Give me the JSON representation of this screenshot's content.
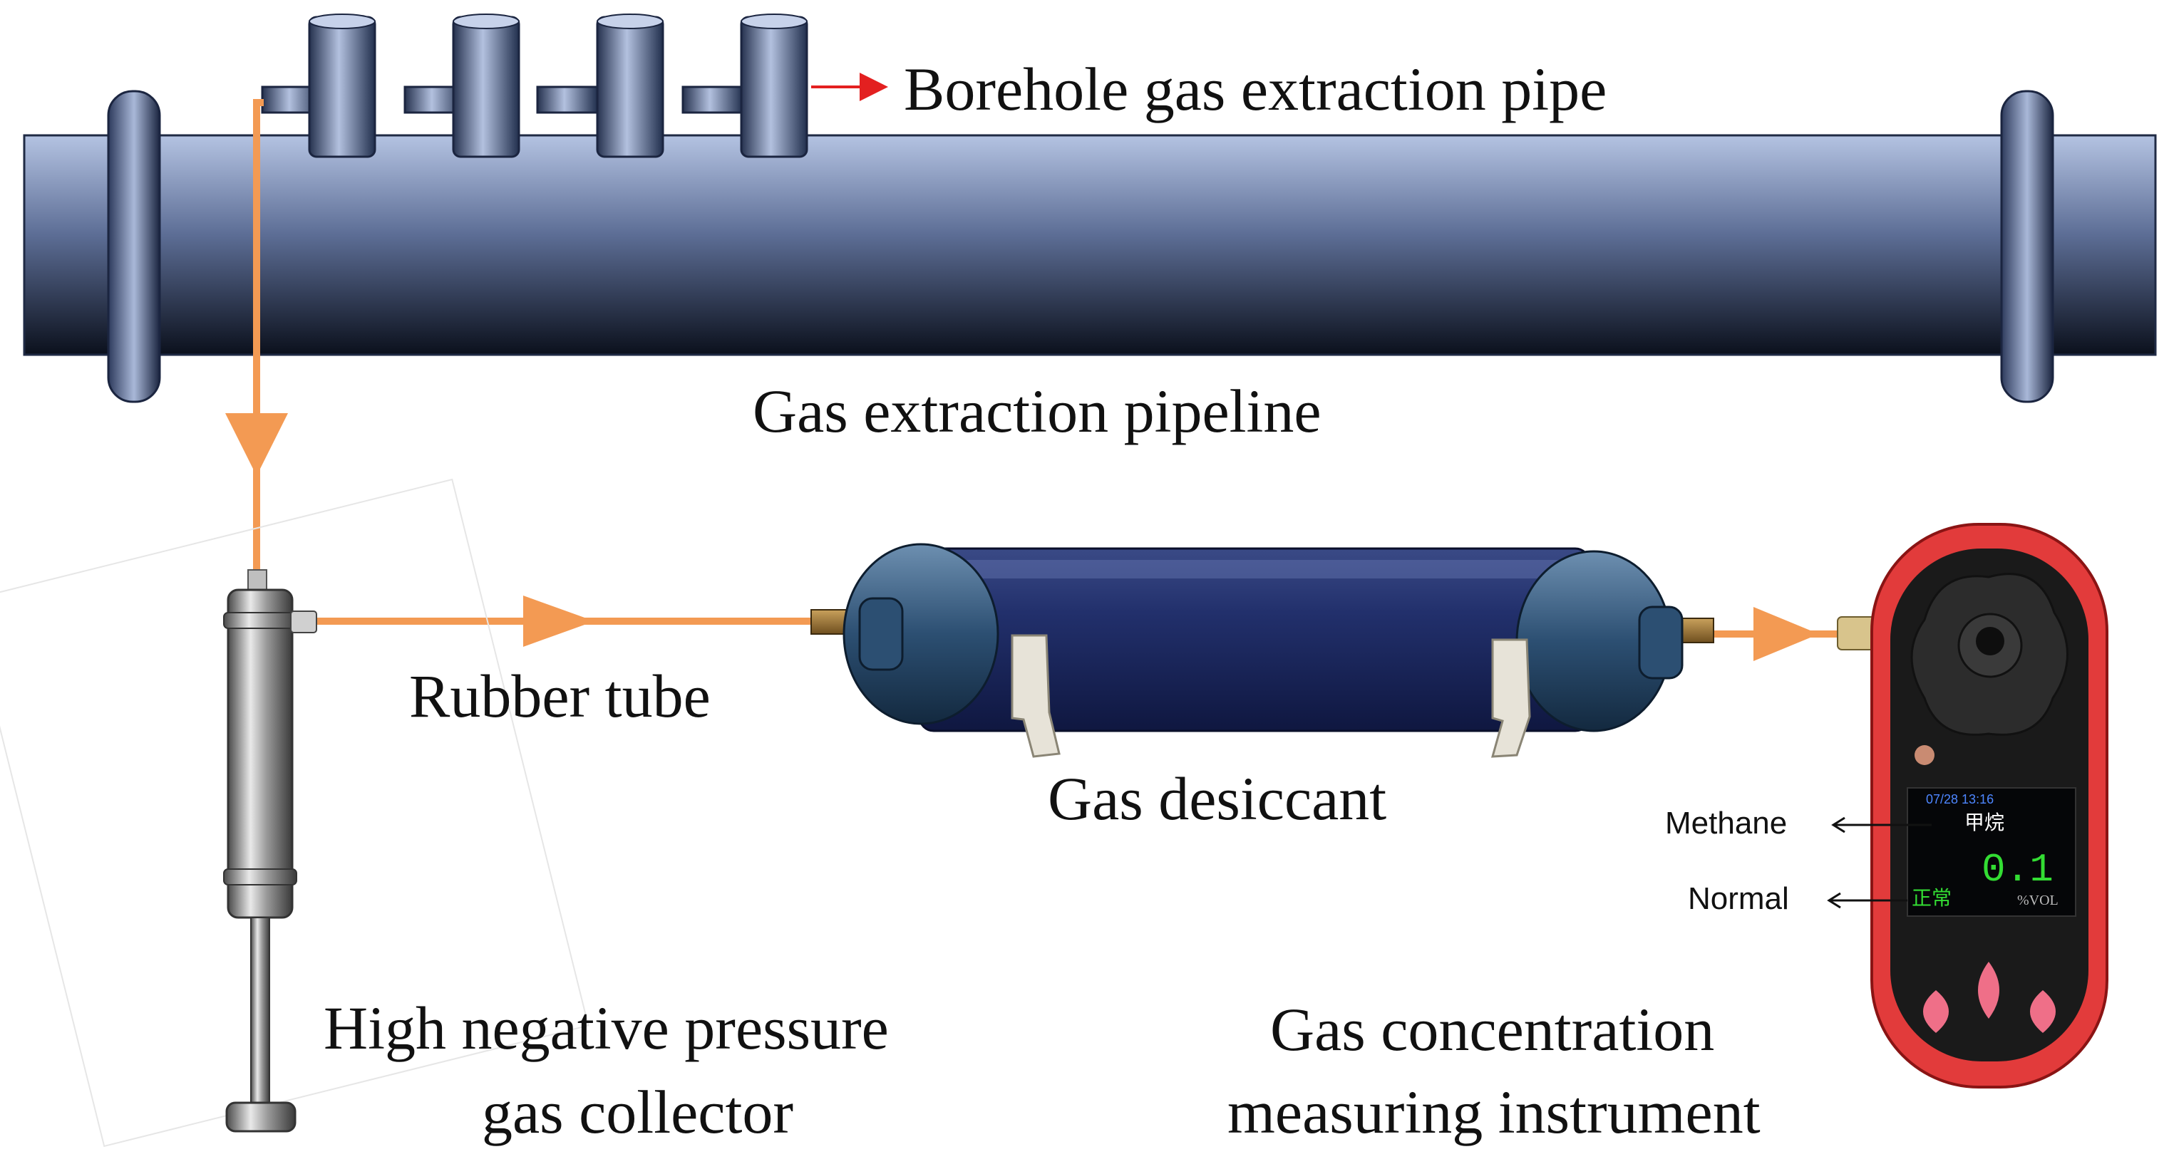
{
  "labels": {
    "borehole_pipe": "Borehole gas extraction pipe",
    "pipeline": "Gas extraction pipeline",
    "rubber_tube": "Rubber tube",
    "desiccant": "Gas desiccant",
    "collector_line1": "High negative pressure",
    "collector_line2": "gas collector",
    "instrument_line1": "Gas concentration",
    "instrument_line2": "measuring instrument",
    "methane": "Methane",
    "normal": "Normal"
  },
  "instrument_screen": {
    "time": "07/28 13:16",
    "gas_cn": "甲烷",
    "reading": "0.1",
    "status_cn": "正常",
    "unit": "%VOL"
  },
  "colors": {
    "flow_arrow": "#f39a53",
    "pointer_arrow": "#e32020",
    "pipe_dark": "#0d1322",
    "pipe_light": "#a9b9dc",
    "desiccant_body": "#1c2a66",
    "instrument_shell": "#e23b3b"
  }
}
